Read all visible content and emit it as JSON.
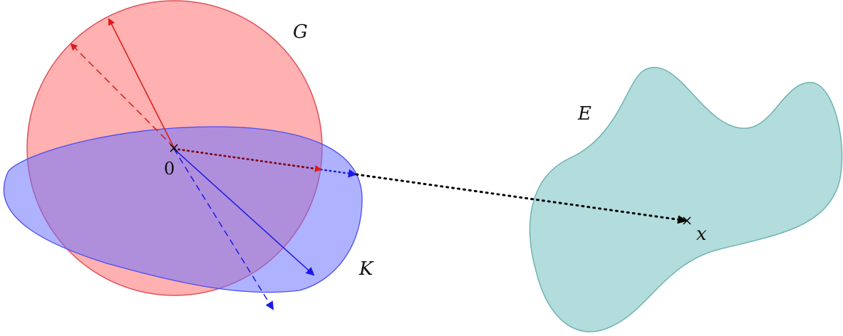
{
  "labels": {
    "G": "G",
    "K": "K",
    "E": "E",
    "origin": "0",
    "x": "x"
  },
  "colors": {
    "G_fill": "#ff9a9a",
    "G_stroke": "#e0505a",
    "K_fill": "#8a8cff",
    "K_stroke": "#3f43e6",
    "E_fill": "#a6d6d6",
    "E_stroke": "#6fb3b3",
    "red_arrow": "#dd1a1a",
    "blue_arrow": "#1a1ae6",
    "black": "#000000"
  }
}
